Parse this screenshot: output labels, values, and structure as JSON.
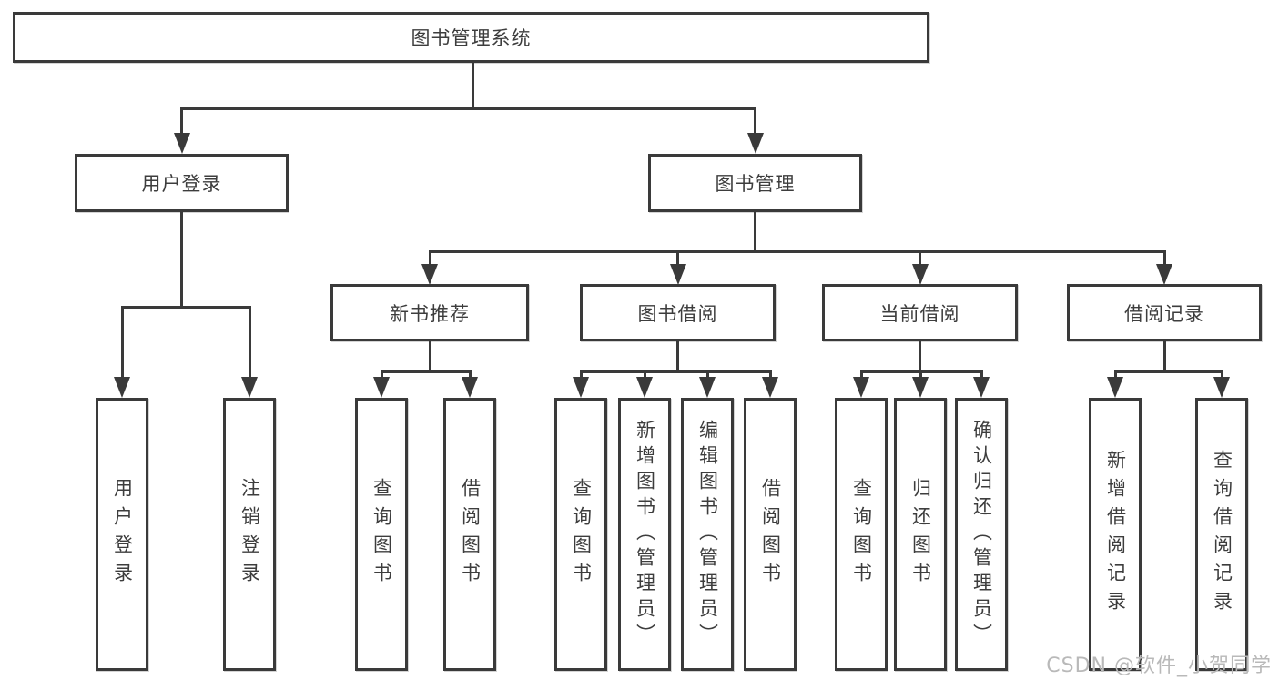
{
  "diagram_title": "图书管理系统",
  "watermark": "CSDN @软件_小贺同学",
  "nodes": {
    "root": "图书管理系统",
    "user_login": "用户登录",
    "book_mgmt": "图书管理",
    "new_book": "新书推荐",
    "book_borrow": "图书借阅",
    "current_borrow": "当前借阅",
    "borrow_record": "借阅记录",
    "leaf_user_login": "用户登录",
    "leaf_logout": "注销登录",
    "leaf_newbook_search": "查询图书",
    "leaf_newbook_borrow": "借阅图书",
    "leaf_borrow_search": "查询图书",
    "leaf_borrow_add": "新增图书（管理员）",
    "leaf_borrow_edit": "编辑图书（管理员）",
    "leaf_borrow_borrow": "借阅图书",
    "leaf_current_search": "查询图书",
    "leaf_current_return": "归还图书",
    "leaf_current_confirm": "确认归还（管理员）",
    "leaf_record_add": "新增借阅记录",
    "leaf_record_search": "查询借阅记录"
  },
  "structure": {
    "root_children": [
      "用户登录",
      "图书管理"
    ],
    "user_login_children": [
      "用户登录",
      "注销登录"
    ],
    "book_mgmt_children": [
      "新书推荐",
      "图书借阅",
      "当前借阅",
      "借阅记录"
    ]
  }
}
